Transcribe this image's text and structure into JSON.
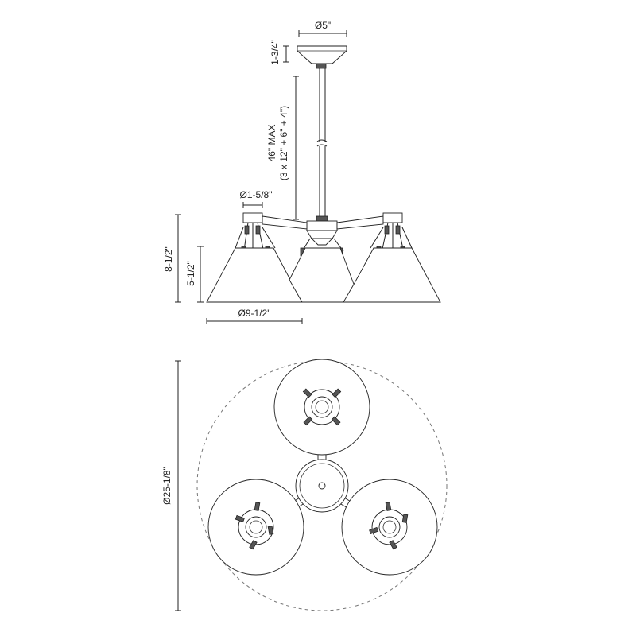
{
  "dimensions": {
    "canopy_diameter": "Ø5\"",
    "canopy_height": "1-3/4\"",
    "rod_length_line1": "46\" MAX",
    "rod_length_line2": "(3 x 12\" + 6\" + 4\")",
    "socket_diameter": "Ø1-5/8\"",
    "overall_height": "8-1/2\"",
    "shade_height": "5-1/2\"",
    "shade_diameter": "Ø9-1/2\"",
    "overall_diameter": "Ø25-1/8\""
  },
  "colors": {
    "line": "#222222",
    "background": "#ffffff",
    "dashed_circle": "#777777"
  }
}
